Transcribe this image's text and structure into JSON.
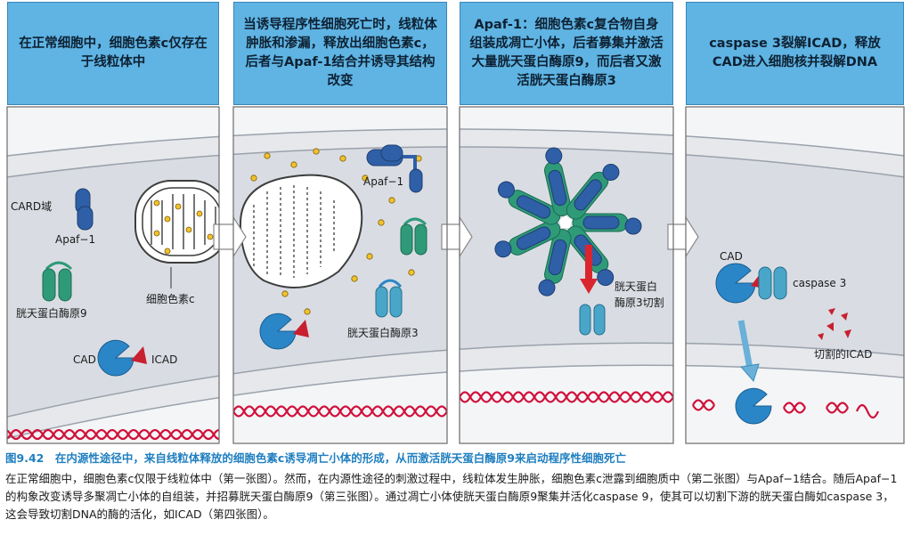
{
  "panels": [
    {
      "heading": "在正常细胞中，细胞色素c仅存在于线粒体中"
    },
    {
      "heading": "当诱导程序性细胞死亡时，线粒体肿胀和渗漏，释放出细胞色素c，后者与Apaf-1结合并诱导其结构改变"
    },
    {
      "heading": "Apaf-1：细胞色素c复合物自身组装成凋亡小体，后者募集并激活大量胱天蛋白酶原9，而后者又激活胱天蛋白酶原3"
    },
    {
      "heading": "caspase 3裂解ICAD，释放CAD进入细胞核并裂解DNA"
    }
  ],
  "labels": {
    "card_domain": "CARD域",
    "apaf1": "Apaf−1",
    "procaspase9": "胱天蛋白酶原9",
    "cytochrome_c": "细胞色素c",
    "cad": "CAD",
    "icad": "ICAD",
    "apaf1_p2": "Apaf−1",
    "procaspase3": "胱天蛋白酶原3",
    "procaspase3_cleave_1": "胱天蛋白",
    "procaspase3_cleave_2": "酶原3切割",
    "cad_p4": "CAD",
    "caspase3": "caspase 3",
    "cleaved_icad": "切割的ICAD"
  },
  "caption": {
    "title": "图9.42　在内源性途径中，来自线粒体释放的细胞色素c诱导凋亡小体的形成，从而激活胱天蛋白酶原9来启动程序性细胞死亡",
    "body": "在正常细胞中，细胞色素c仅限于线粒体中（第一张图）。然而，在内源性途径的刺激过程中，线粒体发生肿胀，细胞色素c泄露到细胞质中（第二张图）与Apaf−1结合。随后Apaf−1的构象改变诱导多聚凋亡小体的自组装，并招募胱天蛋白酶原9（第三张图）。通过凋亡小体使胱天蛋白酶原9聚集并活化caspase 9，使其可以切割下游的胱天蛋白酶如caspase 3，这会导致切割DNA的酶的活化，如ICAD（第四张图）。"
  },
  "colors": {
    "header": "#5fb4e3",
    "cytoplasm": "#d9dde3",
    "membrane": "#e6e8ec",
    "apaf1": "#2f5fa6",
    "caspase": "#2f9a78",
    "cad": "#2a86c7",
    "icad": "#c8202e",
    "dna": "#d0103a",
    "cytc": "#f2c12e"
  }
}
